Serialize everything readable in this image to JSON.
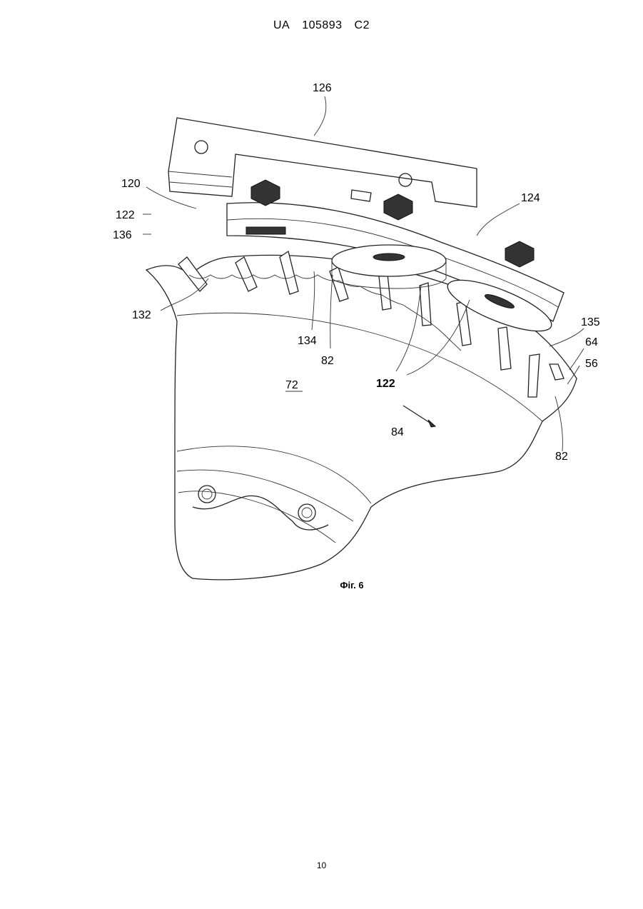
{
  "header": {
    "country": "UA",
    "number": "105893",
    "kind": "C2"
  },
  "figure": {
    "caption": "Фіг. 6",
    "labels": {
      "l126": "126",
      "l120": "120",
      "l122a": "122",
      "l136": "136",
      "l124": "124",
      "l132": "132",
      "l134": "134",
      "l82a": "82",
      "l122b": "122",
      "l72": "72",
      "l84": "84",
      "l135": "135",
      "l64": "64",
      "l56": "56",
      "l82b": "82"
    }
  },
  "page_number": "10"
}
